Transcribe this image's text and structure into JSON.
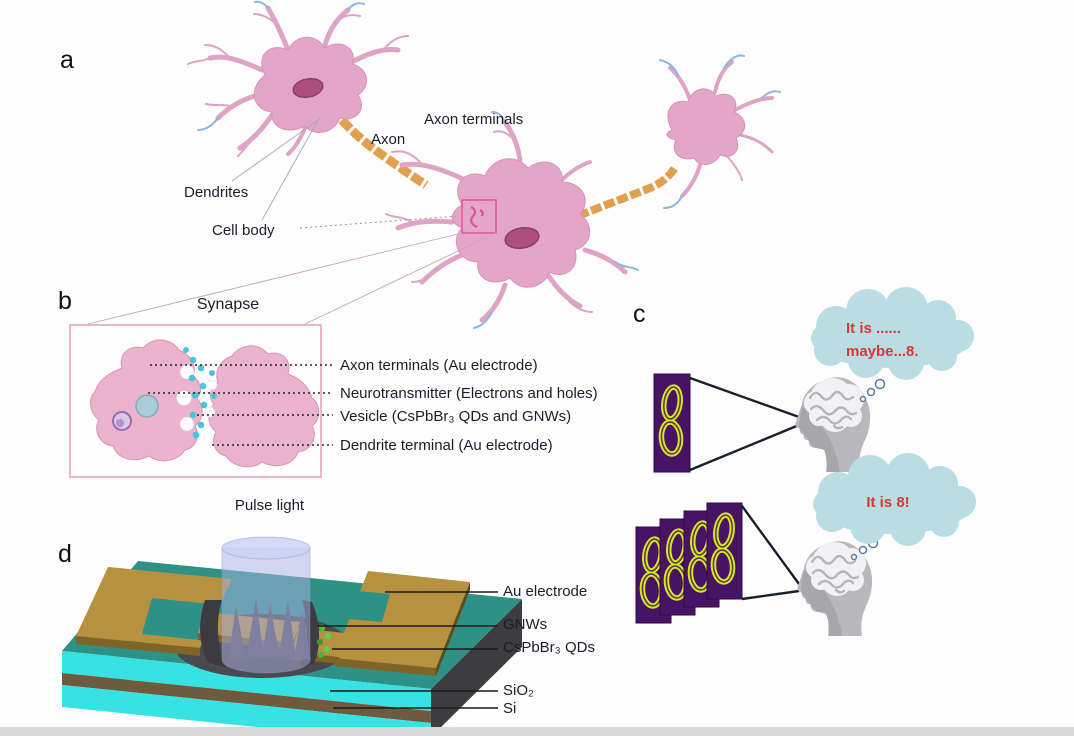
{
  "figure": {
    "panel_a": {
      "label": "a",
      "dendrites": "Dendrites",
      "cell_body": "Cell body",
      "axon": "Axon",
      "axon_terminals": "Axon terminals"
    },
    "panel_b": {
      "label": "b",
      "title": "Synapse",
      "legend1": "Axon terminals (Au electrode)",
      "legend2": "Neurotransmitter (Electrons and holes)",
      "legend3": "Vesicle (CsPbBr₃ QDs and GNWs)",
      "legend4": "Dendrite terminal (Au electrode)"
    },
    "panel_c": {
      "label": "c",
      "thought_single_line1": "It is ......",
      "thought_single_line2": "maybe...8.",
      "thought_multi": "It is 8!"
    },
    "panel_d": {
      "label": "d",
      "pulse_light": "Pulse light",
      "layer1": "Au electrode",
      "layer2": "GNWs",
      "layer3": "CsPbBr₃ QDs",
      "layer4": "SiO₂",
      "layer5": "Si"
    }
  },
  "colors": {
    "neuron_pink": "#e3a6c8",
    "nucleus_pink": "#ad4f7d",
    "axon_orange": "#e0a050",
    "synapse_box_pink": "#d98ca6",
    "neurotransmitter_cyan": "#49c6da",
    "cloud_blue": "#b9dde2",
    "thought_text_red": "#d43a3a",
    "pattern_card_purple": "#461463",
    "digit_yellow": "#e6df2a",
    "head_gray": "#b9b9bd",
    "device_teal": "#2e9186",
    "substrate_cyan": "#38e2e2",
    "si_brown": "#6e5a3e",
    "gold": "#b59140",
    "qd_green": "#49b83a"
  }
}
